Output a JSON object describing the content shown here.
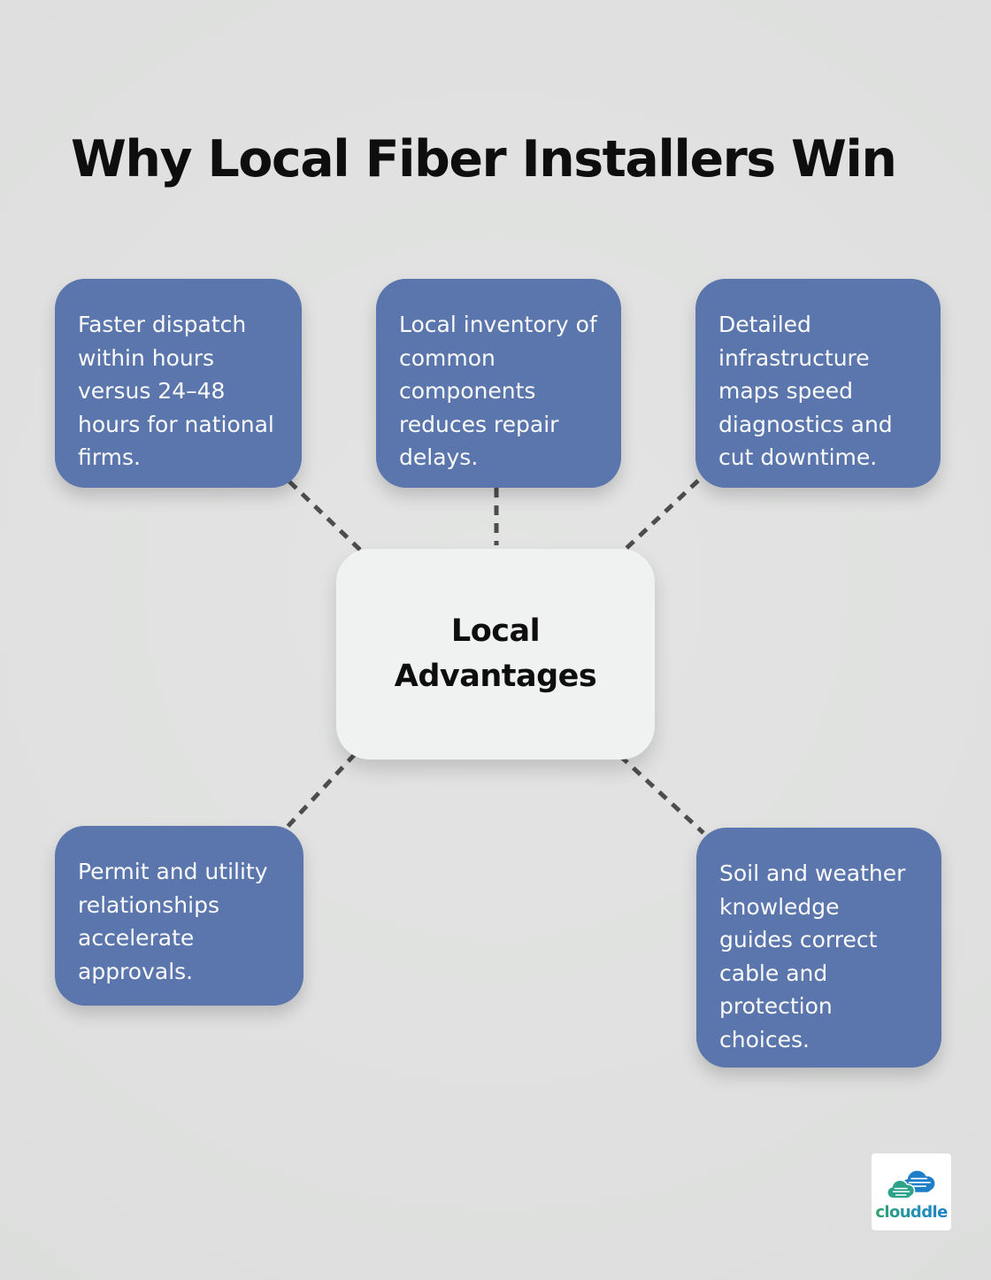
{
  "title": "Why Local Fiber Installers Win",
  "center_node": {
    "label": "Local\nAdvantages"
  },
  "nodes": [
    {
      "text": "Faster dispatch within hours versus 24–48 hours for national firms."
    },
    {
      "text": "Local inventory of common components reduces repair delays."
    },
    {
      "text": "Detailed infrastructure maps speed diagnostics and cut downtime."
    },
    {
      "text": "Permit and utility relationships accelerate approvals."
    },
    {
      "text": "Soil and weather knowledge guides correct cable and protection choices."
    }
  ],
  "logo": {
    "text": "clouddle",
    "icon": "clouddle-clouds-icon"
  },
  "colors": {
    "background": "#e0e1e0",
    "card_fill": "#5b76ac",
    "card_text": "#fafbfc",
    "center_fill": "#f0f1f1",
    "center_text": "#0e0e0e",
    "title_text": "#0e0e0e",
    "connector": "#4d4d4d",
    "logo_green": "#2fa26b",
    "logo_blue": "#1d7fc4"
  }
}
